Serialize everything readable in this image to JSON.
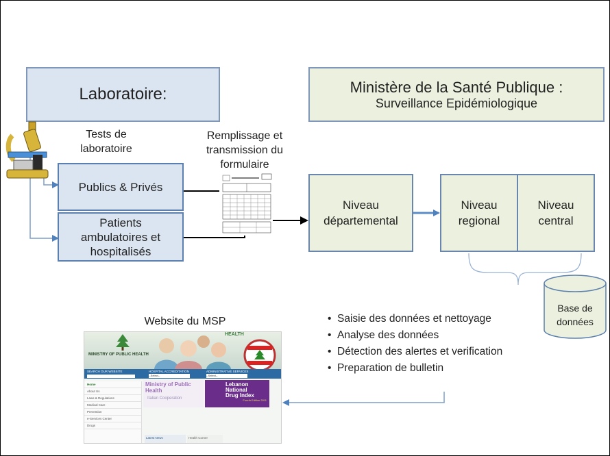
{
  "lab": {
    "title": "Laboratoire:"
  },
  "msp": {
    "title": "Ministère de la Santé Publique :",
    "subtitle": "Surveillance Epidémiologique"
  },
  "labels": {
    "tests": [
      "Tests de",
      "laboratoire"
    ],
    "remplissage": [
      "Remplissage et",
      "transmission du",
      "formulaire"
    ],
    "website": "Website du MSP"
  },
  "boxes": {
    "publics": "Publics & Privés",
    "patients": [
      "Patients",
      "ambulatoires et",
      "hospitalisés"
    ],
    "departemental": [
      "Niveau",
      "départemental"
    ],
    "regional": [
      "Niveau",
      "regional"
    ],
    "central": [
      "Niveau",
      "central"
    ]
  },
  "database": [
    "Base de",
    "données"
  ],
  "bullets": [
    "Saisie des données et nettoyage",
    "Analyse des données",
    "Détection des alertes et verification",
    "Preparation de bulletin"
  ],
  "website": {
    "brand": "MINISTRY OF PUBLIC HEALTH",
    "health": "HEALTH",
    "search_label": "SEARCH OUR WEBSITE",
    "accreditation_label": "HOSPITAL ACCREDITATION",
    "admin_label": "ADMINISTRATIVE SERVICES",
    "select_text": "--Select--",
    "headline": "Ministry of Public Health",
    "cooperation": "Italian Cooperation",
    "drug_index": [
      "Lebanon",
      "National",
      "Drug Index"
    ],
    "edition": "Fourth Edition 2011",
    "menu": [
      "Home",
      "About Us",
      "Laws & Regulations",
      "Medical Care",
      "Prevention",
      "e-Services Center",
      "Drugs"
    ],
    "latest_news": "Latest News",
    "health_corner": "Health Corner"
  },
  "colors": {
    "lab_fill": "#dbe5f1",
    "msp_fill": "#ebf1de",
    "border": "#7f98b9",
    "arrow": "#4f81bd"
  }
}
